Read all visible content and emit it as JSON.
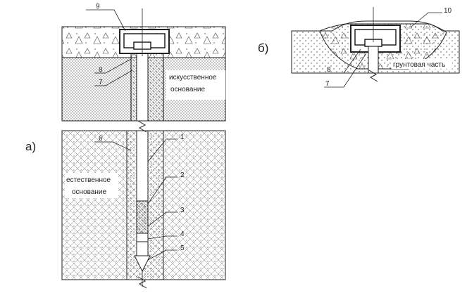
{
  "figure_a": {
    "label": "а)",
    "callouts": [
      "9",
      "8",
      "7",
      "6",
      "1",
      "2",
      "3",
      "4",
      "5"
    ],
    "text_artificial_line1": "искусственное",
    "text_artificial_line2": "основание",
    "text_natural_line1": "естественное",
    "text_natural_line2": "основание"
  },
  "figure_b": {
    "label": "б)",
    "callouts": [
      "10",
      "8",
      "7"
    ],
    "text_soil": "грунтовая часть"
  },
  "colors": {
    "line": "#222222",
    "fill": "#ffffff"
  }
}
